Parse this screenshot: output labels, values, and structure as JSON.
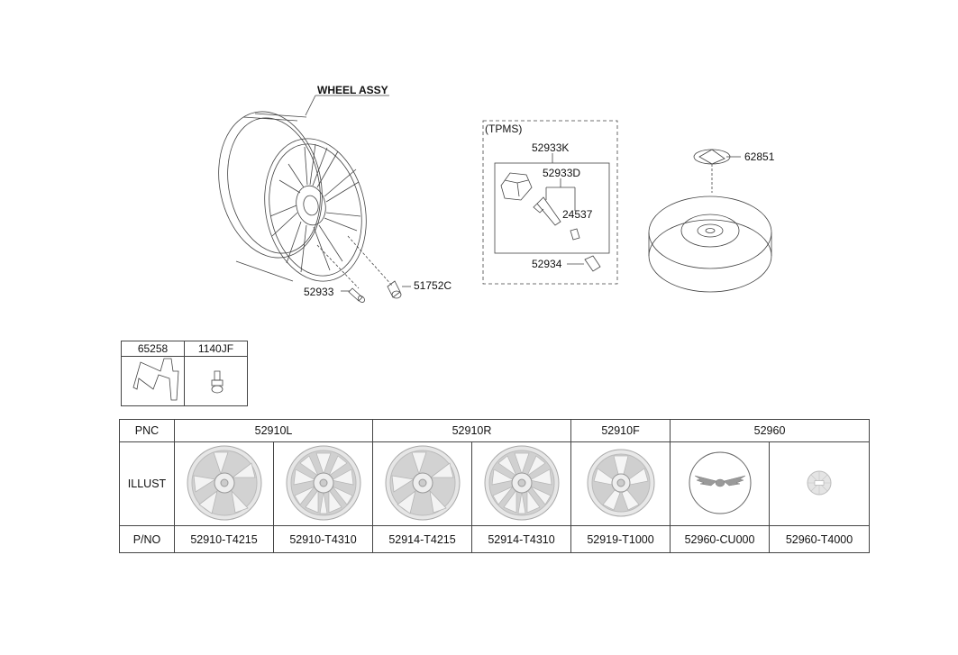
{
  "diagram": {
    "wheel_assy_title": "WHEEL ASSY",
    "tpms_title": "(TPMS)",
    "callouts": {
      "c52933K": "52933K",
      "c52933D": "52933D",
      "c24537": "24537",
      "c52934": "52934",
      "c62851": "62851",
      "c52933": "52933",
      "c51752C": "51752C"
    }
  },
  "small_table": {
    "col1": "65258",
    "col2": "1140JF"
  },
  "parts_table": {
    "row_headers": {
      "pnc": "PNC",
      "illust": "ILLUST",
      "pno": "P/NO"
    },
    "pnc_groups": [
      "52910L",
      "52910R",
      "52910F",
      "52960"
    ],
    "part_numbers": [
      "52910-T4215",
      "52910-T4310",
      "52914-T4215",
      "52914-T4310",
      "52919-T1000",
      "52960-CU000",
      "52960-T4000"
    ],
    "illustration_icons": [
      "wheel-5-split-spoke-icon",
      "wheel-multi-spoke-icon",
      "wheel-5-split-spoke-icon",
      "wheel-multi-spoke-icon",
      "wheel-10-spoke-icon",
      "center-cap-wing-emblem-icon",
      "center-cap-small-icon"
    ]
  }
}
